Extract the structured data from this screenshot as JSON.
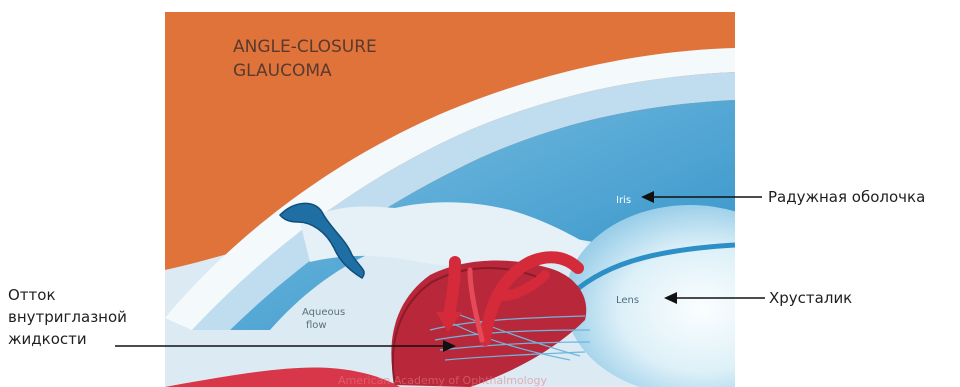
{
  "figure": {
    "title_line1": "ANGLE-CLOSURE",
    "title_line2": "GLAUCOMA",
    "inner_labels": {
      "iris": "Iris",
      "lens": "Lens",
      "aqueous_line1": "Aqueous",
      "aqueous_line2": "flow"
    },
    "watermark": "American Academy of Ophthalmology"
  },
  "annotations": {
    "iris_ru": "Радужная оболочка",
    "lens_ru": "Хрусталик",
    "outflow_line1": "Отток",
    "outflow_line2": "внутриглазной",
    "outflow_line3": "жидкости"
  },
  "colors": {
    "sclera_orange": "#E0733A",
    "cornea_light": "#D9EAF3",
    "chamber_blue": "#2B8EC4",
    "iris_blue": "#3FA3D6",
    "ciliary_red": "#C8283A",
    "flow_red": "#D42A3A",
    "lens_white": "#F2FAFD"
  }
}
